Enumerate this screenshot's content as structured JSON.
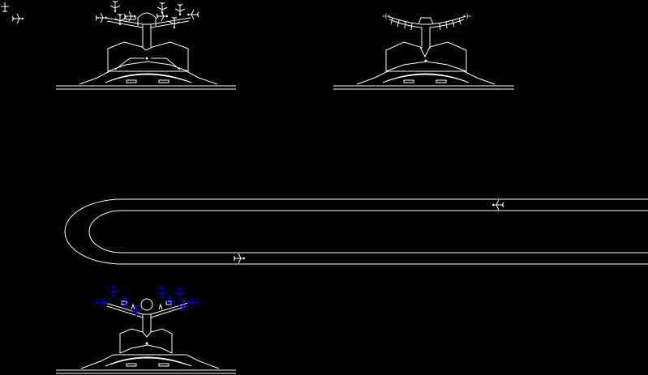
{
  "drawing": {
    "background": "#000000",
    "line_color": "#ffffff",
    "highlight_color": "#0000ff",
    "icons": [
      "aircraft-icon",
      "runway-loop",
      "terminal-plan"
    ],
    "terminals": [
      {
        "name": "terminal-plan-top-left",
        "aircraft_color": "#ffffff",
        "gate_style": "radial"
      },
      {
        "name": "terminal-plan-top-right",
        "aircraft_color": "#ffffff",
        "gate_style": "pier"
      },
      {
        "name": "terminal-plan-bottom-left",
        "aircraft_color": "#0000ff",
        "gate_style": "radial"
      }
    ],
    "loose_aircraft": [
      "aircraft-topleft-a",
      "aircraft-topleft-b",
      "aircraft-on-taxiway-top",
      "aircraft-on-taxiway-bottom"
    ]
  }
}
